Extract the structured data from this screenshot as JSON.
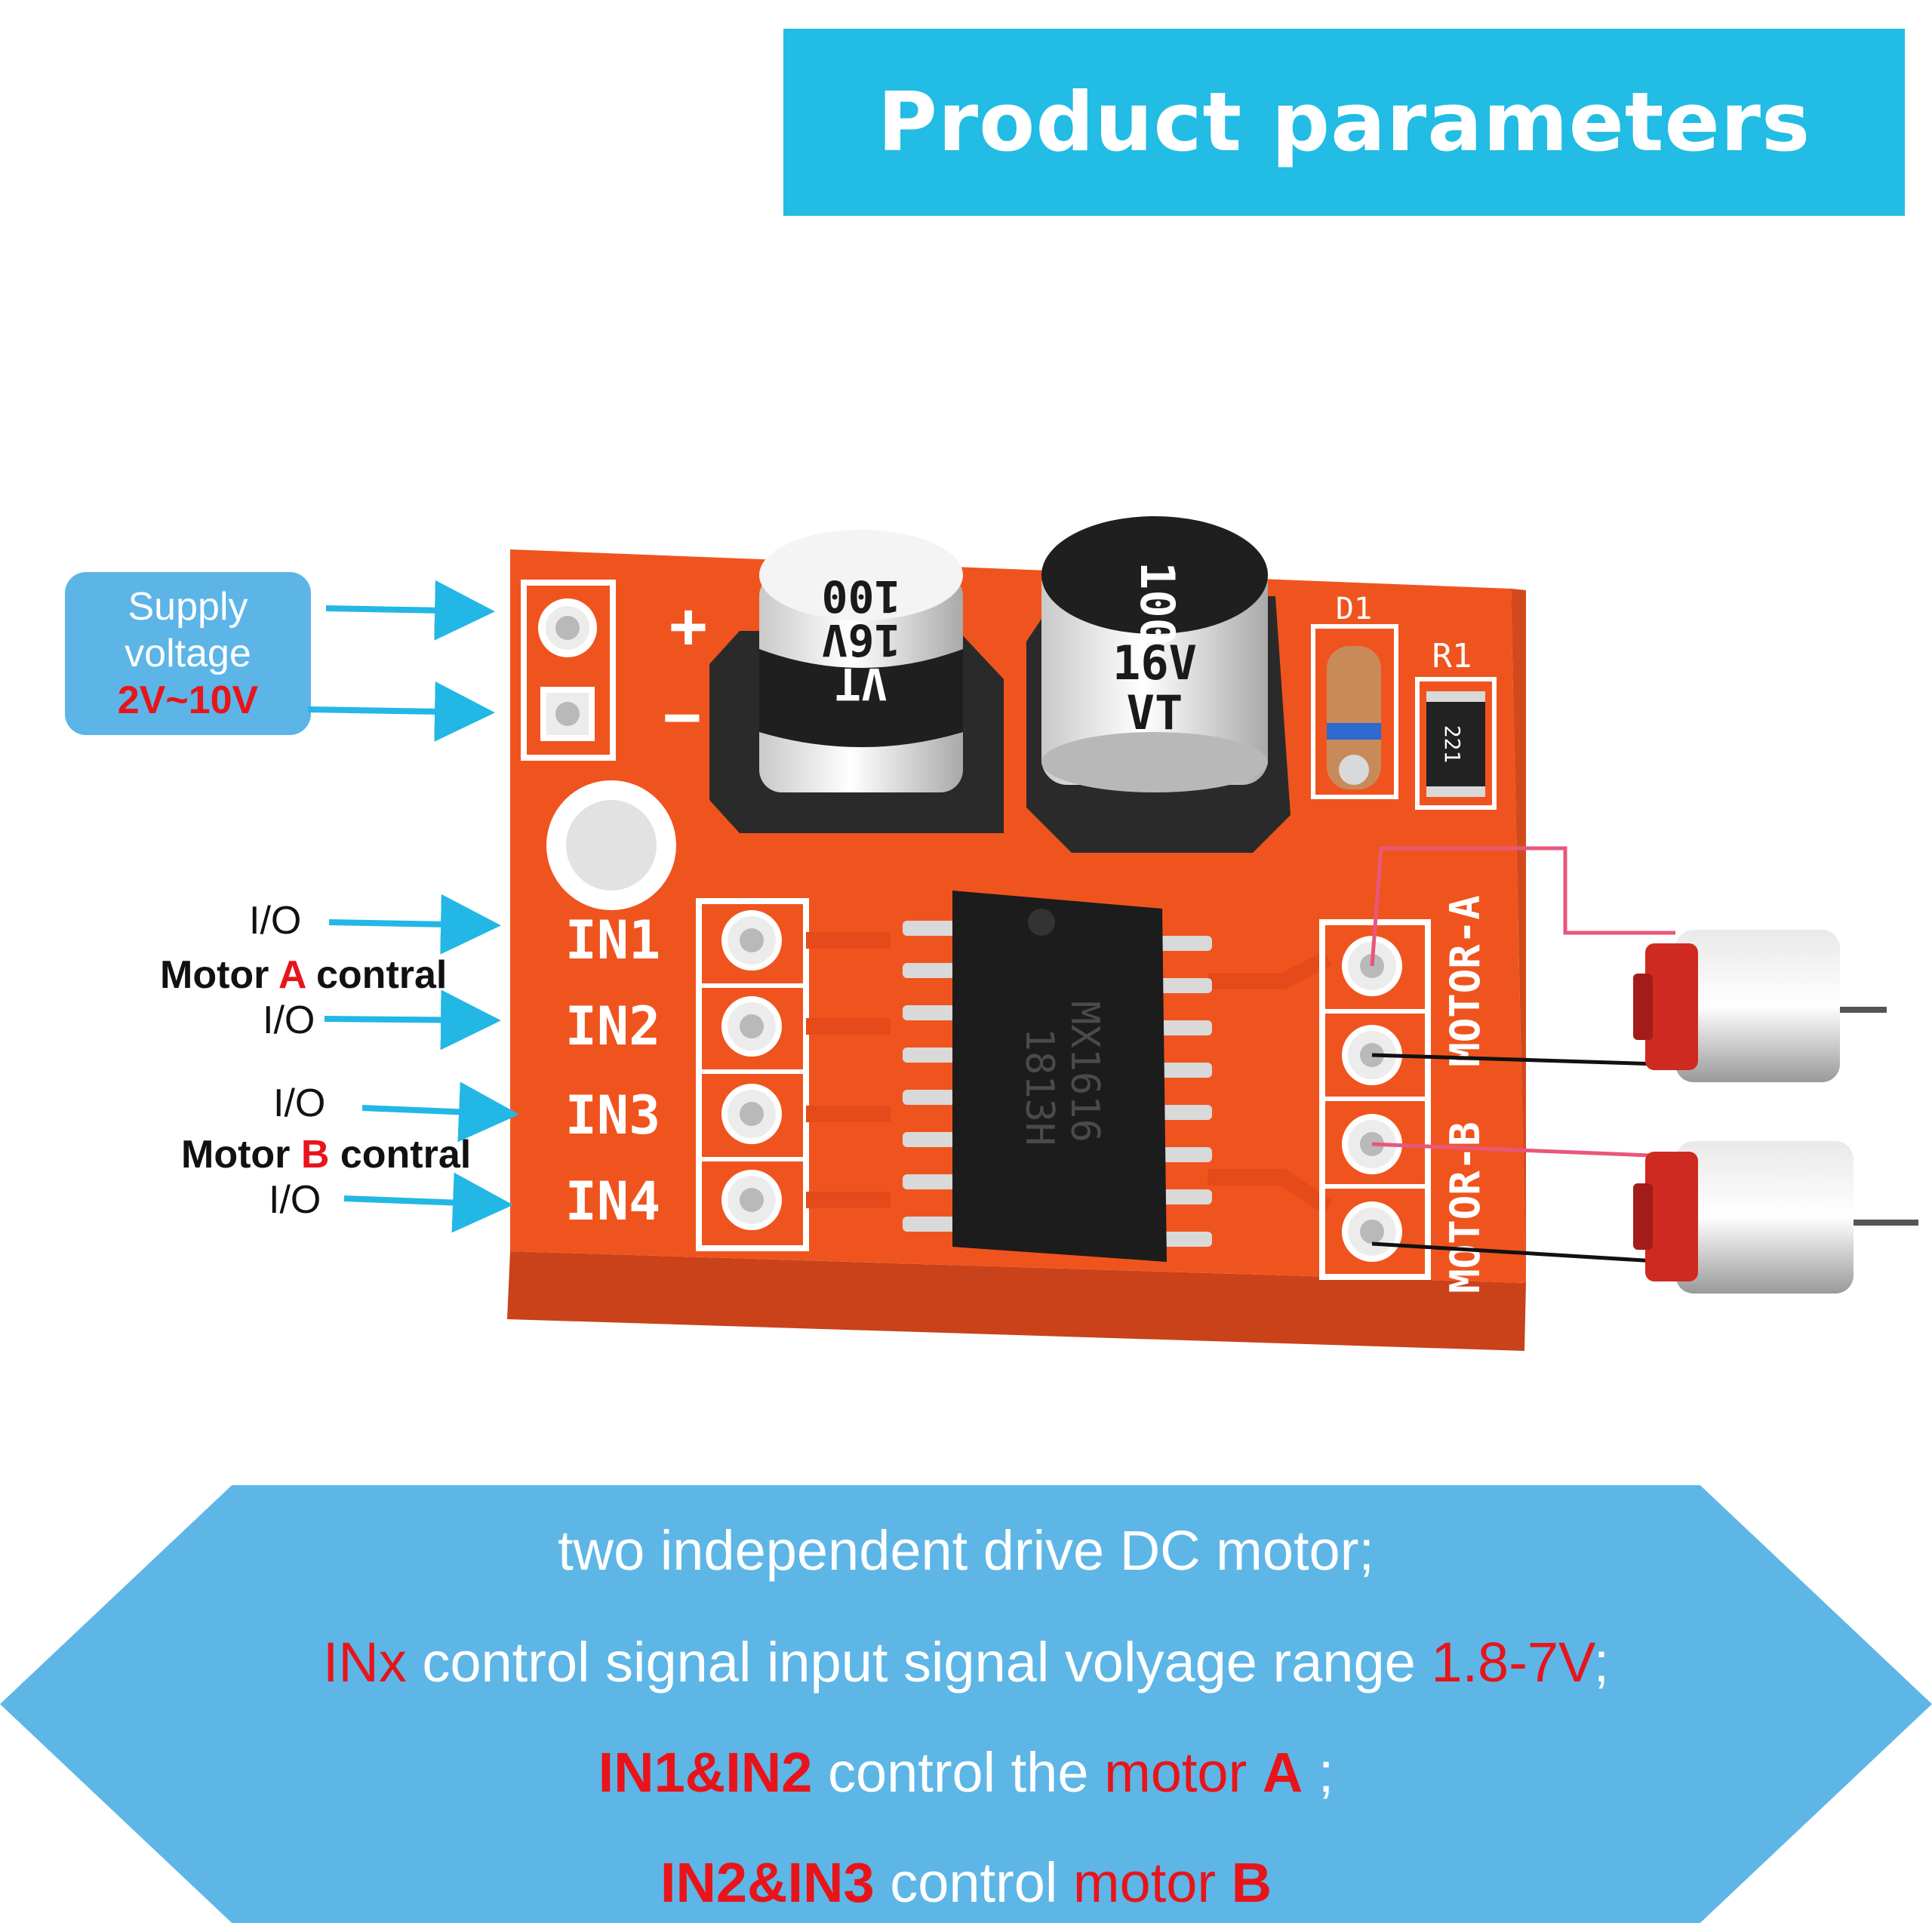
{
  "header": {
    "title": "Product parameters"
  },
  "supply": {
    "line1": "Supply",
    "line2": "voltage",
    "range": "2V~10V"
  },
  "labels": {
    "io1": "I/O",
    "motor_a_prefix": "Motor ",
    "motor_a_letter": "A",
    "motor_a_suffix": " contral",
    "io2": "I/O",
    "io3": "I/O",
    "motor_b_prefix": "Motor ",
    "motor_b_letter": "B",
    "motor_b_suffix": " contral",
    "io4": "I/O"
  },
  "board": {
    "plus": "+",
    "minus": "−",
    "pins": [
      "IN1",
      "IN2",
      "IN3",
      "IN4"
    ],
    "cap_value": "100",
    "cap_voltage": "16V",
    "cap_series": "VT",
    "d1": "D1",
    "r1": "R1",
    "resistor_code": "221",
    "chip_line1": "MX1616",
    "chip_line2": "1813H",
    "motor_a_silk": "MOTOR-A",
    "motor_b_silk": "MOTOR-B"
  },
  "bottom": {
    "line1": "two independent drive DC motor;",
    "line2_red1": "INx",
    "line2_mid": " control signal input signal volyage range ",
    "line2_red2": "1.8-7V",
    "line2_end": ";",
    "line3_red1": "IN1&IN2",
    "line3_mid": " control the ",
    "line3_red2": "motor ",
    "line3_red3": "A",
    "line3_end": " ;",
    "line4_red1": "IN2&IN3",
    "line4_mid": " control ",
    "line4_red2": "motor ",
    "line4_red3": "B"
  },
  "colors": {
    "header_bg": "#22bce4",
    "panel_bg": "#5db6e6",
    "accent_red": "#e8141a",
    "pcb": "#f0541e",
    "arrow": "#23b7e5"
  }
}
